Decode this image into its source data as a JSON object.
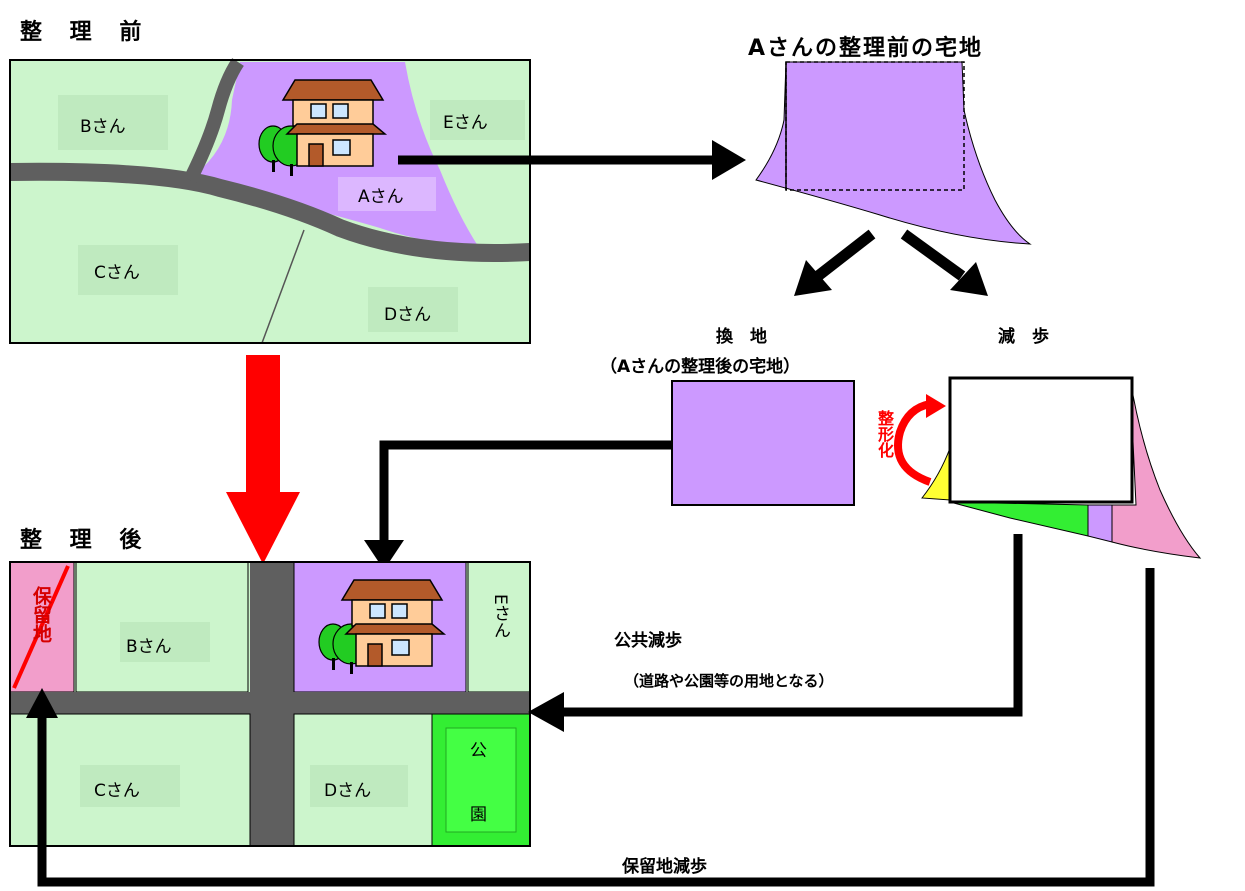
{
  "before": {
    "heading": "整 理 前",
    "owners": {
      "b": "Bさん",
      "e": "Eさん",
      "a": "Aさん",
      "c": "Cさん",
      "d": "Dさん"
    }
  },
  "a_lot": {
    "title": "Aさんの整理前の宅地"
  },
  "branches": {
    "kanchi_title": "換　地",
    "kanchi_sub": "（Aさんの整理後の宅地）",
    "genbu_title": "減　歩",
    "seikeika": "整形化"
  },
  "after": {
    "heading": "整 理 後",
    "owners": {
      "b": "Bさん",
      "e": "Eさん",
      "c": "Cさん",
      "d": "Dさん"
    },
    "reserve_label": "保留地",
    "park_chars": [
      "公",
      "園"
    ]
  },
  "public_reduction": {
    "title": "公共減歩",
    "sub": "（道路や公園等の用地となる）"
  },
  "reserve_reduction": {
    "title": "保留地減歩"
  },
  "colors": {
    "lot_green": "#ccf5cc",
    "house_lot_purple": "#cc99ff",
    "road_gray": "#5f5f5f",
    "reserve_pink": "#f29ecb",
    "park_green": "#33ee33",
    "arrow_red": "#ff0000",
    "accent_yellow": "#ffff33"
  }
}
